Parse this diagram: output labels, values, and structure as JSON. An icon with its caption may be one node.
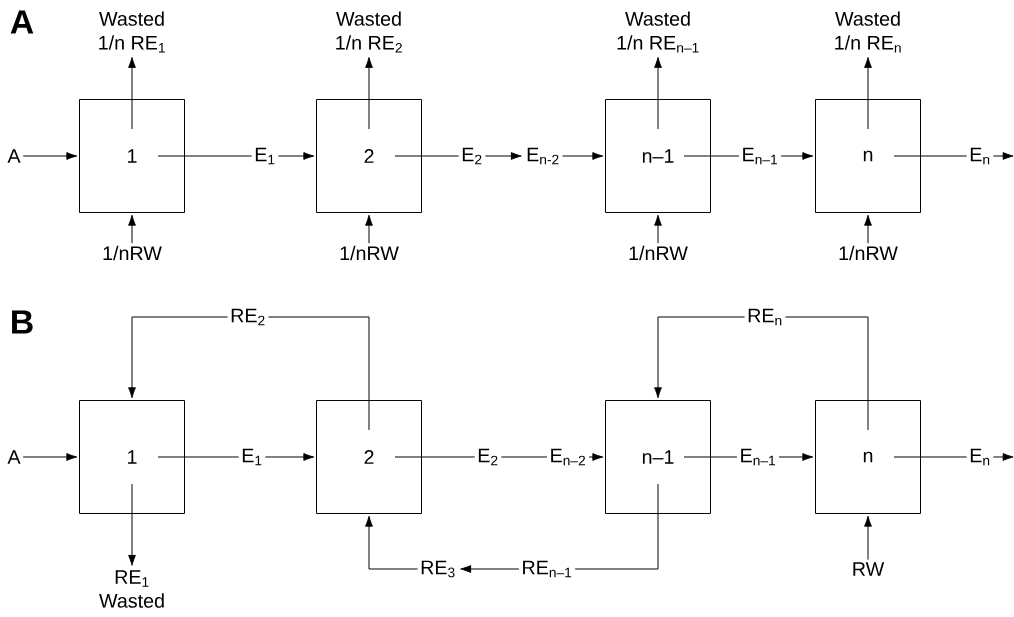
{
  "diagram": {
    "nodes": [
      {
        "text": [
          "1"
        ]
      },
      {
        "text": [
          "2"
        ]
      },
      {
        "text": [
          "n–1"
        ]
      },
      {
        "text": [
          "n"
        ]
      },
      {
        "text": [
          "A"
        ]
      },
      {
        "text": [
          "E$_{1}$"
        ]
      },
      {
        "text": [
          "E$_{2}$"
        ]
      },
      {
        "text": [
          "E$_{n-2}$"
        ]
      },
      {
        "text": [
          "E$_{n–1}$"
        ]
      },
      {
        "text": [
          "E$_{n}$"
        ]
      },
      {
        "text": [
          "Wasted",
          "1/n RE$_{1}$"
        ]
      },
      {
        "text": [
          "Wasted",
          "1/n RE$_{2}$"
        ]
      },
      {
        "text": [
          "Wasted",
          "1/n RE$_{n–1}$"
        ]
      },
      {
        "text": [
          "Wasted",
          "1/n RE$_{n}$"
        ]
      },
      {
        "text": [
          "1/nRW"
        ]
      },
      {
        "text": [
          "1/nRW"
        ]
      },
      {
        "text": [
          "1/nRW"
        ]
      },
      {
        "text": [
          "1/nRW"
        ]
      },
      {
        "text": [
          "1"
        ]
      },
      {
        "text": [
          "2"
        ]
      },
      {
        "text": [
          "n–1"
        ]
      },
      {
        "text": [
          "n"
        ]
      },
      {
        "text": [
          "A"
        ]
      },
      {
        "text": [
          "E$_{1}$"
        ]
      },
      {
        "text": [
          "E$_{2}$"
        ]
      },
      {
        "text": [
          "E$_{n–2}$"
        ]
      },
      {
        "text": [
          "E$_{n–1}$"
        ]
      },
      {
        "text": [
          "E$_{n}$"
        ]
      },
      {
        "text": [
          "RE$_{2}$"
        ]
      },
      {
        "text": [
          "RE$_{n}$"
        ]
      },
      {
        "text": [
          "RE$_{1}$",
          "Wasted"
        ]
      },
      {
        "text": [
          "RE$_{3}$"
        ]
      },
      {
        "text": [
          "RE$_{n–1}$"
        ]
      },
      {
        "text": [
          "RW"
        ]
      }
    ],
    "edges": [
      {
        "from": 4,
        "to": 0,
        "arrow": "to"
      },
      {
        "from": 0,
        "to": 5,
        "arrow": "none"
      },
      {
        "from": 5,
        "to": 1,
        "arrow": "to"
      },
      {
        "from": 1,
        "to": 6,
        "arrow": "none"
      },
      {
        "from": 6,
        "to": 7,
        "arrow": "to"
      },
      {
        "from": 7,
        "to": 2,
        "arrow": "to"
      },
      {
        "from": 2,
        "to": 8,
        "arrow": "none"
      },
      {
        "from": 8,
        "to": 3,
        "arrow": "to"
      },
      {
        "from": 3,
        "to": 9,
        "arrow": "none"
      },
      {
        "from": 9,
        "to": null,
        "arrow": "to"
      },
      {
        "from": 0,
        "to": 10,
        "arrow": "to"
      },
      {
        "from": 1,
        "to": 11,
        "arrow": "to"
      },
      {
        "from": 2,
        "to": 12,
        "arrow": "to"
      },
      {
        "from": 3,
        "to": 13,
        "arrow": "to"
      },
      {
        "from": 14,
        "to": 0,
        "arrow": "to"
      },
      {
        "from": 15,
        "to": 1,
        "arrow": "to"
      },
      {
        "from": 16,
        "to": 2,
        "arrow": "to"
      },
      {
        "from": 17,
        "to": 3,
        "arrow": "to"
      },
      {
        "from": 22,
        "to": 18,
        "arrow": "to"
      },
      {
        "from": 18,
        "to": 23,
        "arrow": "none"
      },
      {
        "from": 23,
        "to": 19,
        "arrow": "to"
      },
      {
        "from": 19,
        "to": 24,
        "arrow": "none"
      },
      {
        "from": 24,
        "to": 25,
        "arrow": "none"
      },
      {
        "from": 25,
        "to": 20,
        "arrow": "to"
      },
      {
        "from": 20,
        "to": 26,
        "arrow": "none"
      },
      {
        "from": 26,
        "to": 21,
        "arrow": "to"
      },
      {
        "from": 21,
        "to": 27,
        "arrow": "none"
      },
      {
        "from": 27,
        "to": null,
        "arrow": "to"
      },
      {
        "from": 19,
        "to": 28,
        "arrow": "none"
      },
      {
        "from": 28,
        "to": 18,
        "arrow": "to"
      },
      {
        "from": 21,
        "to": 29,
        "arrow": "none"
      },
      {
        "from": 29,
        "to": 20,
        "arrow": "to"
      },
      {
        "from": 18,
        "to": 30,
        "arrow": "to"
      },
      {
        "from": 20,
        "to": 32,
        "arrow": "none"
      },
      {
        "from": 32,
        "to": 31,
        "arrow": "to"
      },
      {
        "from": 31,
        "to": 19,
        "arrow": "to"
      },
      {
        "from": 33,
        "to": 21,
        "arrow": "to"
      }
    ],
    "labels": [
      "A",
      "B"
    ]
  }
}
